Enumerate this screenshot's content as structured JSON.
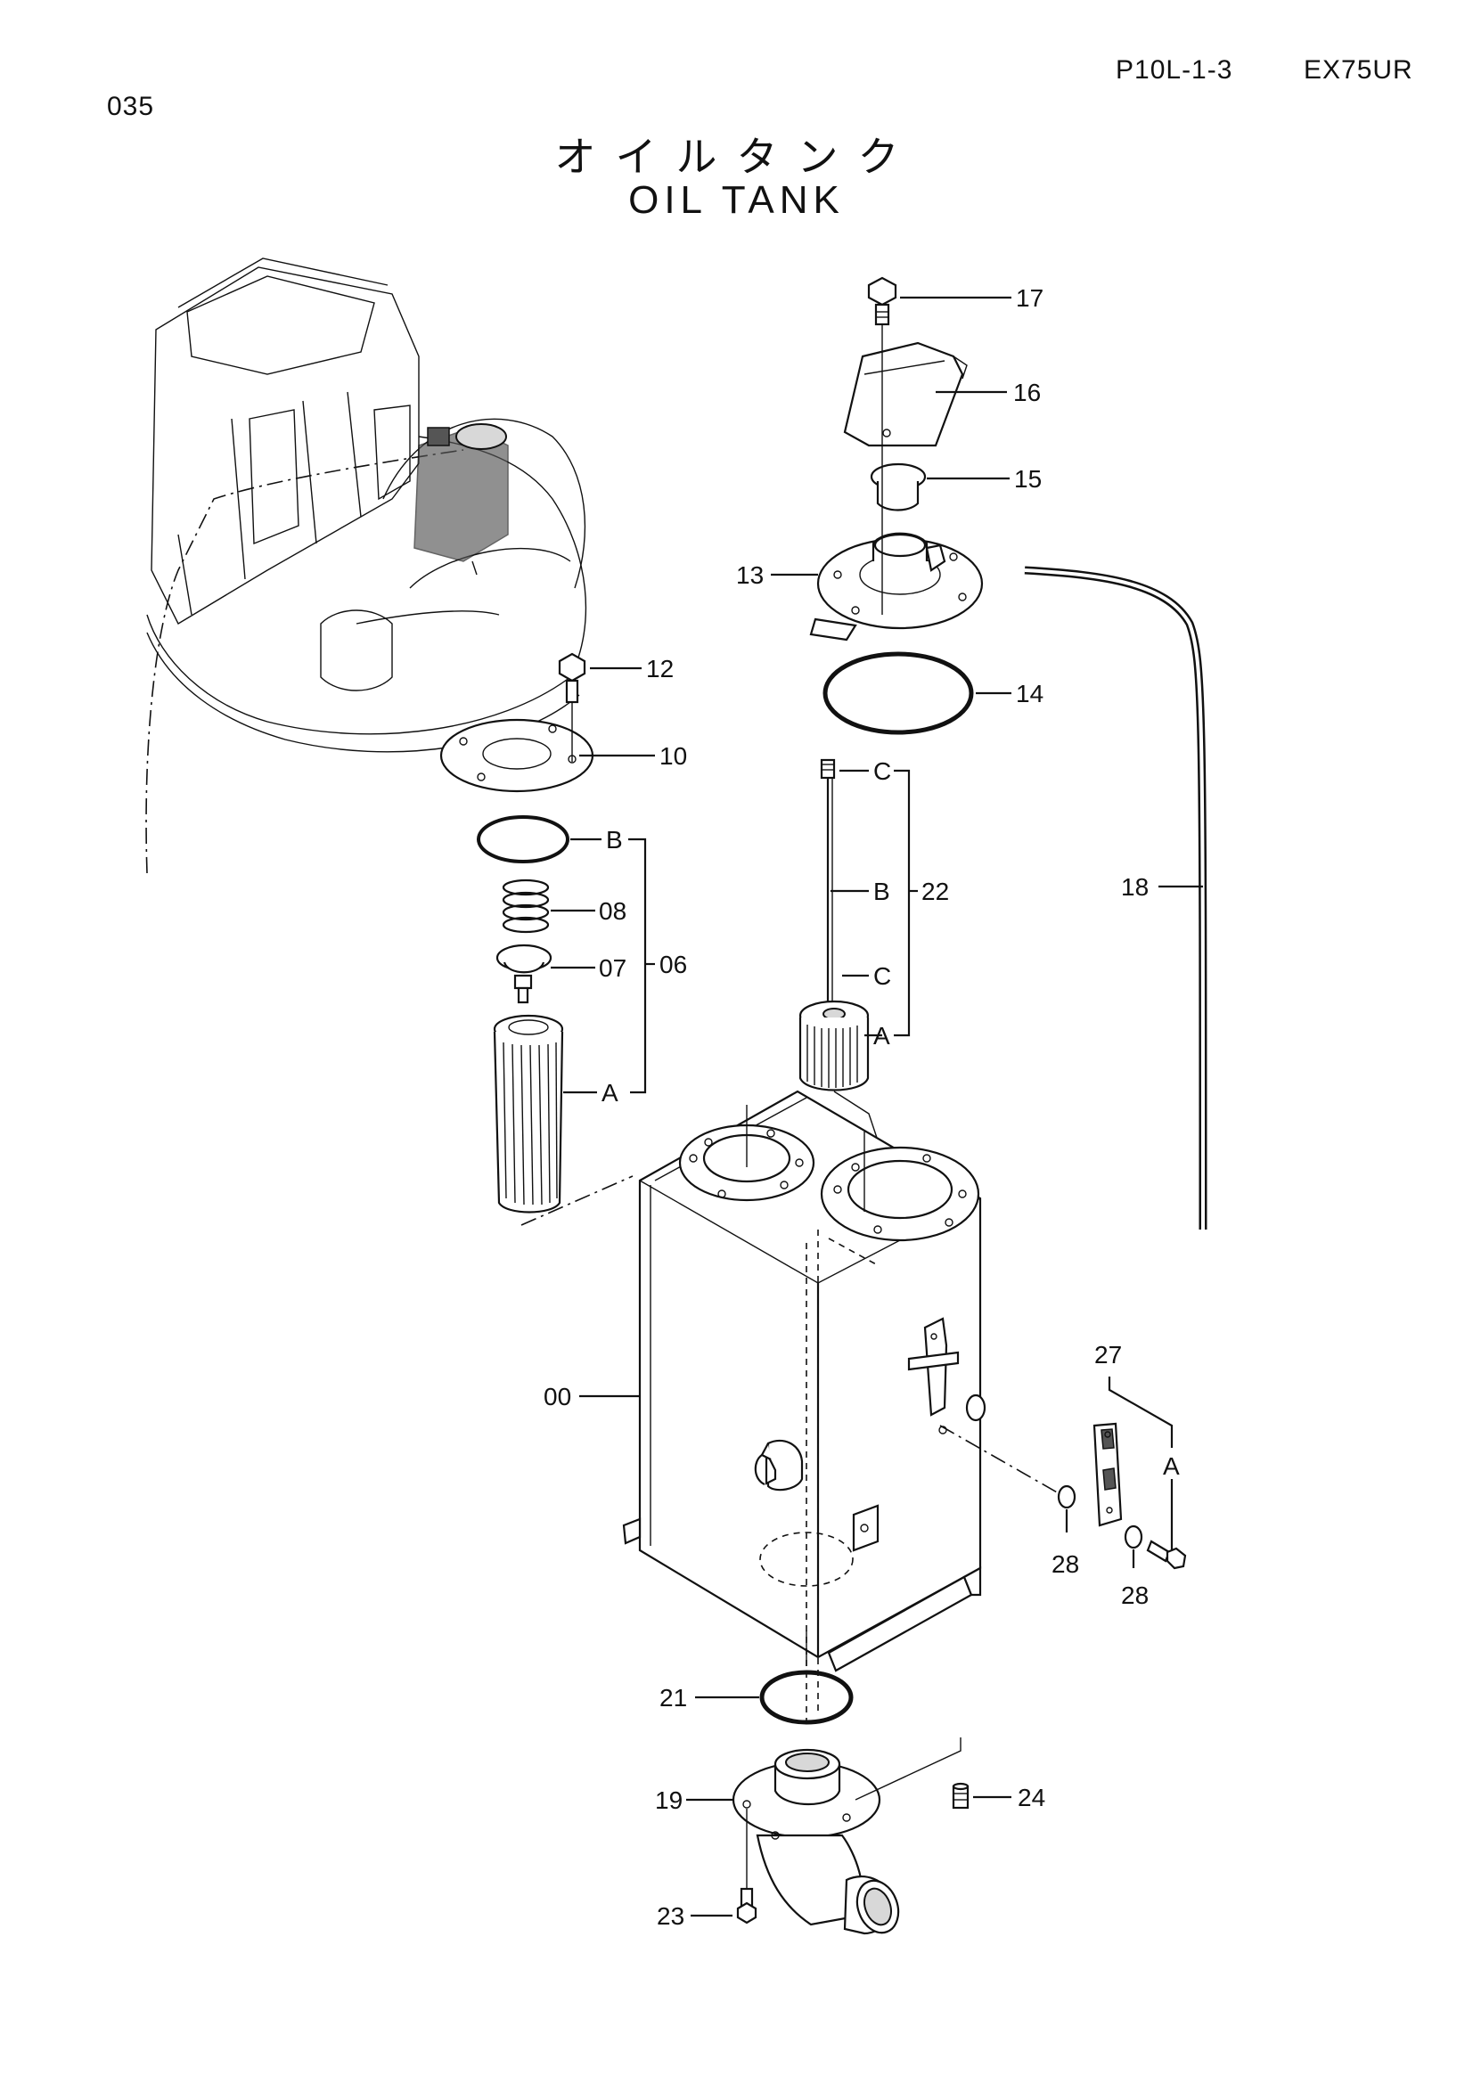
{
  "header": {
    "page_number": "035",
    "figure_code": "P10L-1-3",
    "model": "EX75UR",
    "title_jp": "オイルタンク",
    "title_en": "OIL TANK"
  },
  "callouts": [
    {
      "id": "c17",
      "text": "17"
    },
    {
      "id": "c16",
      "text": "16"
    },
    {
      "id": "c15",
      "text": "15"
    },
    {
      "id": "c13",
      "text": "13"
    },
    {
      "id": "c14",
      "text": "14"
    },
    {
      "id": "c12",
      "text": "12"
    },
    {
      "id": "c10",
      "text": "10"
    },
    {
      "id": "cB1",
      "text": "B"
    },
    {
      "id": "c08",
      "text": "08"
    },
    {
      "id": "c07",
      "text": "07"
    },
    {
      "id": "c06",
      "text": "06"
    },
    {
      "id": "cA1",
      "text": "A"
    },
    {
      "id": "cC1",
      "text": "C"
    },
    {
      "id": "cB2",
      "text": "B"
    },
    {
      "id": "c22",
      "text": "22"
    },
    {
      "id": "cC2",
      "text": "C"
    },
    {
      "id": "cA2",
      "text": "A"
    },
    {
      "id": "c18",
      "text": "18"
    },
    {
      "id": "c00",
      "text": "00"
    },
    {
      "id": "c27",
      "text": "27"
    },
    {
      "id": "cA3",
      "text": "A"
    },
    {
      "id": "c28a",
      "text": "28"
    },
    {
      "id": "c28b",
      "text": "28"
    },
    {
      "id": "c21",
      "text": "21"
    },
    {
      "id": "c19",
      "text": "19"
    },
    {
      "id": "c24",
      "text": "24"
    },
    {
      "id": "c23",
      "text": "23"
    }
  ]
}
